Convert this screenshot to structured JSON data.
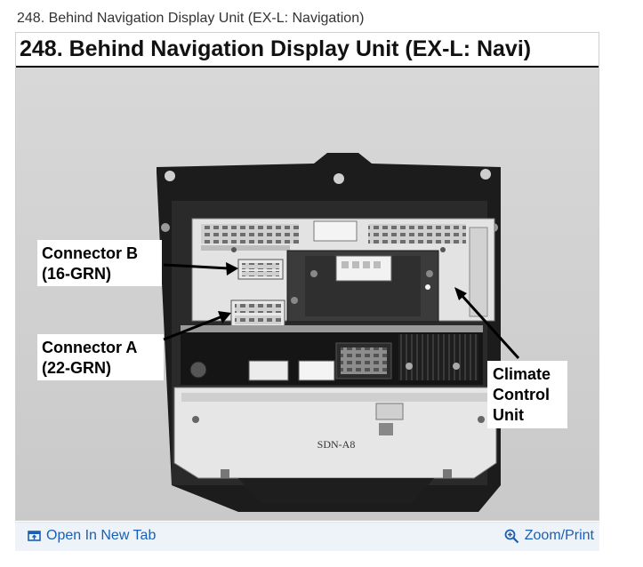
{
  "caption": "248. Behind Navigation Display Unit (EX-L: Navigation)",
  "figure": {
    "title": "248. Behind Navigation Display Unit (EX-L: Navi)",
    "callouts": [
      {
        "line1": "Connector B",
        "line2": "(16-GRN)"
      },
      {
        "line1": "Connector A",
        "line2": "(22-GRN)"
      },
      {
        "line1": "Climate",
        "line2": "Control",
        "line3": "Unit"
      }
    ],
    "unit_marking": "SDN-A8"
  },
  "toolbar": {
    "open_tab_label": "Open In New Tab",
    "open_tab_icon": "open-in-new-tab-icon",
    "zoom_label": "Zoom/Print",
    "zoom_icon": "magnifier-plus-icon",
    "link_color": "#1a5fb4"
  }
}
